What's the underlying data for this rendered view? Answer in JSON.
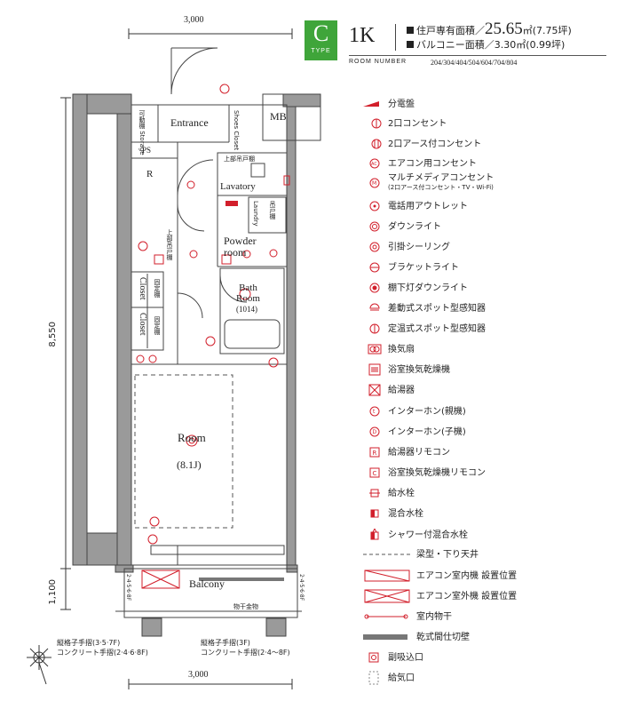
{
  "header": {
    "type_letter": "C",
    "type_word": "TYPE",
    "room_type": "1K",
    "exclusive_area_label": "住戸専有面積／",
    "exclusive_area_value": "25.65",
    "exclusive_area_unit": "㎡(7.75坪)",
    "balcony_area_label": "バルコニー面積／",
    "balcony_area_value": "3.30㎡(0.99坪)",
    "room_number_label": "ROOM NUMBER",
    "room_numbers": "204/304/404/504/604/704/804"
  },
  "dimensions": {
    "top_width": "3,000",
    "bottom_width": "3,000",
    "main_depth": "8,550",
    "balcony_depth": "1,100"
  },
  "rooms": {
    "entrance": "Entrance",
    "mb": "MB",
    "ps": "PS",
    "r": "R",
    "lavatory": "Lavatory",
    "powder_room": "Powder\nroom",
    "bath_room": "Bath\nRoom",
    "bath_size": "(1014)",
    "room": "Room",
    "room_size": "(8.1J)",
    "balcony": "Balcony",
    "closet_1": "Closet",
    "closet_2": "Closet",
    "storage": "可動棚 Storage",
    "shoes": "Shoes Closet",
    "laundry": "Laundry",
    "upper_shelf": "上部吊戸棚",
    "upper_hanging": "上部吊戸棚",
    "shelf_label": "吊戸棚",
    "fixed_shelf_1": "固定棚",
    "fixed_shelf_2": "固定棚",
    "drying": "物干金物",
    "rail_note_1": "縦格子手摺(3·5·7F)\nコンクリート手摺(2·4·6·8F)",
    "rail_note_2": "縦格子手摺(3F)\nコンクリート手摺(2·4～8F)",
    "side_note_left": "2·4·5·6·8F",
    "side_note_right": "2·4·5·6·8F"
  },
  "legend": [
    {
      "icon": "distribution-board-icon",
      "label": "分電盤"
    },
    {
      "icon": "outlet-2-icon",
      "label": "2口コンセント"
    },
    {
      "icon": "outlet-2-earth-icon",
      "label": "2口アース付コンセント"
    },
    {
      "icon": "ac-outlet-icon",
      "label": "エアコン用コンセント"
    },
    {
      "icon": "multimedia-outlet-icon",
      "label": "マルチメディアコンセント",
      "sub": "(2口アース付コンセント・TV・Wi-Fi)"
    },
    {
      "icon": "phone-outlet-icon",
      "label": "電話用アウトレット"
    },
    {
      "icon": "downlight-icon",
      "label": "ダウンライト"
    },
    {
      "icon": "ceiling-hook-icon",
      "label": "引掛シーリング"
    },
    {
      "icon": "bracket-light-icon",
      "label": "ブラケットライト"
    },
    {
      "icon": "shelf-downlight-icon",
      "label": "棚下灯ダウンライト"
    },
    {
      "icon": "rate-detector-icon",
      "label": "差動式スポット型感知器"
    },
    {
      "icon": "fixed-detector-icon",
      "label": "定温式スポット型感知器"
    },
    {
      "icon": "fan-icon",
      "label": "換気扇"
    },
    {
      "icon": "bath-dryer-icon",
      "label": "浴室換気乾燥機"
    },
    {
      "icon": "water-heater-icon",
      "label": "給湯器"
    },
    {
      "icon": "intercom-master-icon",
      "label": "インターホン(親機)"
    },
    {
      "icon": "intercom-slave-icon",
      "label": "インターホン(子機)"
    },
    {
      "icon": "heater-remote-icon",
      "label": "給湯器リモコン"
    },
    {
      "icon": "dryer-remote-icon",
      "label": "浴室換気乾燥機リモコン"
    },
    {
      "icon": "water-tap-icon",
      "label": "給水栓"
    },
    {
      "icon": "mixing-tap-icon",
      "label": "混合水栓"
    },
    {
      "icon": "shower-tap-icon",
      "label": "シャワー付混合水栓"
    },
    {
      "icon": "beam-line-icon",
      "label": "梁型・下り天井"
    },
    {
      "icon": "ac-indoor-icon",
      "label": "エアコン室内機 設置位置"
    },
    {
      "icon": "ac-outdoor-icon",
      "label": "エアコン室外機 設置位置"
    },
    {
      "icon": "drying-pole-icon",
      "label": "室内物干"
    },
    {
      "icon": "partition-icon",
      "label": "乾式間仕切壁"
    },
    {
      "icon": "intake-icon",
      "label": "副吸込口"
    },
    {
      "icon": "air-inlet-icon",
      "label": "給気口"
    }
  ],
  "colors": {
    "accent": "#3fa53a",
    "symbol": "#d21f2b",
    "wall": "#555555"
  }
}
